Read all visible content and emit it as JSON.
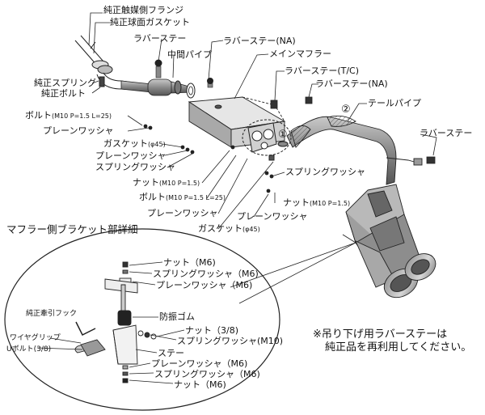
{
  "labels": {
    "flange": "純正触媒側フランジ",
    "sphere_gasket": "純正球面ガスケット",
    "rubber_stay_1": "ラバーステー",
    "mid_pipe": "中間パイプ",
    "rubber_stay_na_1": "ラバーステー(NA)",
    "main_muffler": "メインマフラー",
    "rubber_stay_tc": "ラバーステー(T/C)",
    "rubber_stay_na_2": "ラバーステー(NA)",
    "tail_pipe": "テールパイプ",
    "rubber_stay_2": "ラバーステー",
    "genuine_spring": "純正スプリング",
    "genuine_bolt": "純正ボルト",
    "bolt_1": "ボルト",
    "bolt_1_spec": "(M10 P=1.5 L=25)",
    "plain_washer_1": "プレーンワッシャ",
    "gasket_1": "ガスケット",
    "gasket_1_spec": "(φ45)",
    "plain_washer_2": "プレーンワッシャ",
    "spring_washer_1": "スプリングワッシャ",
    "nut_1": "ナット",
    "nut_1_spec": "(M10 P=1.5)",
    "bolt_2": "ボルト",
    "bolt_2_spec": "(M10 P=1.5 L=25)",
    "plain_washer_3": "プレーンワッシャ",
    "gasket_2": "ガスケット",
    "gasket_2_spec": "(φ45)",
    "plain_washer_4": "プレーンワッシャ",
    "spring_washer_2": "スプリングワッシャ",
    "nut_2": "ナット",
    "nut_2_spec": "(M10 P=1.5)",
    "marker_1": "①",
    "marker_2": "②"
  },
  "detail": {
    "title": "マフラー側ブラケット部詳細",
    "nut_m6_top": "ナット（M6)",
    "spring_washer_m6_top": "スプリングワッシャ（M6)",
    "plain_washer_m6_top": "プレーンワッシャ（M6)",
    "hook": "純正牽引フック",
    "rubber_mount": "防振ゴム",
    "nut_38": "ナット（3/8)",
    "spring_washer_m10": "スプリングワッシャ(M10)",
    "wire_grip": "ワイヤグリップ",
    "u_bolt": "Uボルト(3/8)",
    "stay": "ステー",
    "plain_washer_m6_bot": "プレーンワッシャ（M6)",
    "spring_washer_m6_bot": "スプリングワッシャ（M6)",
    "nut_m6_bot": "ナット（M6)"
  },
  "note": {
    "line1": "※吊り下げ用ラバーステーは",
    "line2": "純正品を再利用してください。"
  }
}
